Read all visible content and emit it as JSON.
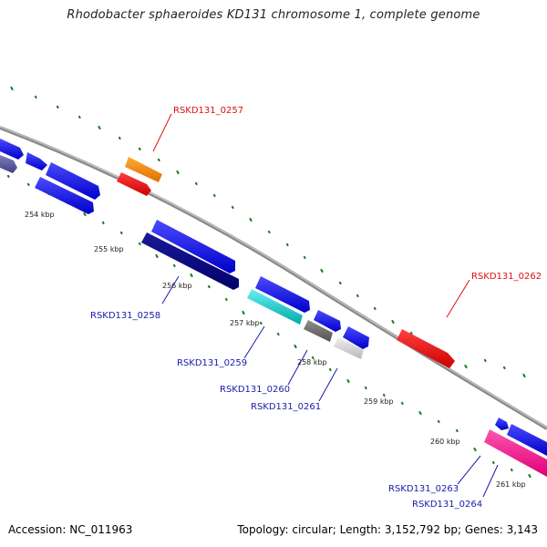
{
  "header": {
    "title": "Rhodobacter sphaeroides KD131 chromosome 1, complete genome"
  },
  "footer": {
    "accession": "Accession: NC_011963",
    "summary": "Topology: circular; Length: 3,152,792 bp; Genes: 3,143"
  },
  "map": {
    "colors": {
      "backbone": "#8c8c8c",
      "tick": "#1a7a1a",
      "forward_strand": "#0000ee",
      "reverse_strand": "#0000ee",
      "label_blue": "#1a1aaa",
      "label_red": "#dd1111"
    },
    "scale_labels": [
      "254 kbp",
      "255 kbp",
      "256 kbp",
      "257 kbp",
      "258 kbp",
      "259 kbp",
      "260 kbp",
      "261 kbp"
    ],
    "gene_labels": [
      {
        "text": "RSKD131_0257",
        "color": "#dd1111"
      },
      {
        "text": "RSKD131_0258",
        "color": "#1a1aaa"
      },
      {
        "text": "RSKD131_0259",
        "color": "#1a1aaa"
      },
      {
        "text": "RSKD131_0260",
        "color": "#1a1aaa"
      },
      {
        "text": "RSKD131_0261",
        "color": "#1a1aaa"
      },
      {
        "text": "RSKD131_0262",
        "color": "#dd1111"
      },
      {
        "text": "RSKD131_0263",
        "color": "#1a1aaa"
      },
      {
        "text": "RSKD131_0264",
        "color": "#1a1aaa"
      }
    ],
    "gene_colors": {
      "RSKD131_0257": "#ff8c00",
      "RSKD131_0258": "#000080",
      "RSKD131_0259": "#00cccc",
      "RSKD131_0260": "#707070",
      "RSKD131_0261": "#cfcfcf",
      "RSKD131_0262": "#ee0000",
      "RSKD131_0263": "#ff1493",
      "RSKD131_0264": "#ff1493"
    }
  }
}
